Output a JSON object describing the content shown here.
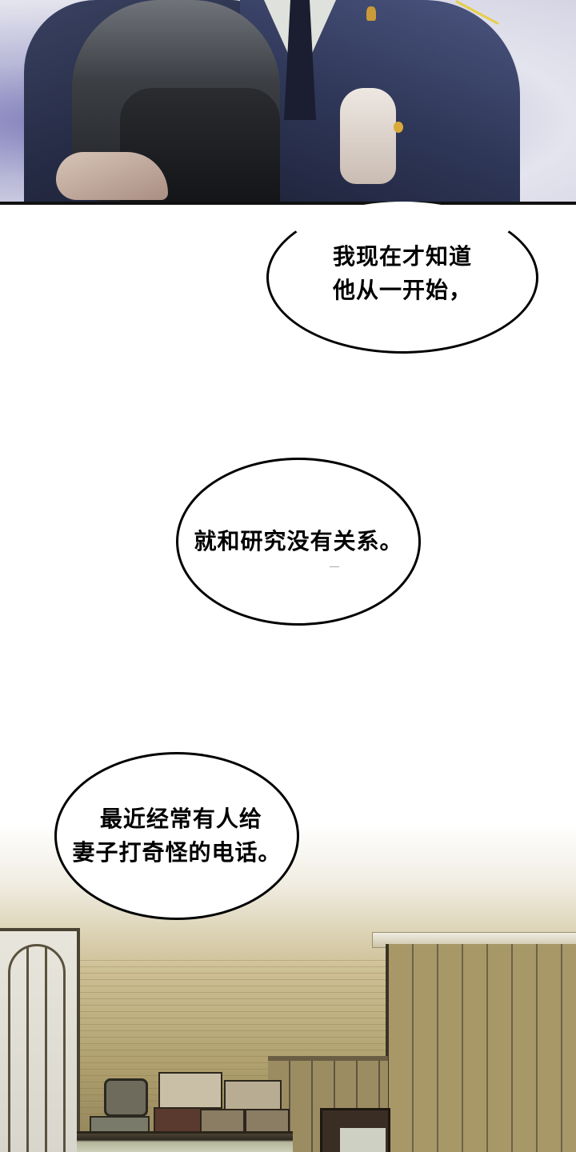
{
  "page": {
    "type": "webtoon-strip",
    "background": "#ffffff"
  },
  "panels": [
    {
      "id": "embrace-scene",
      "description": "A woman with long dark hair in a ponytail embraces a man in a navy uniform with gold buttons and insignia",
      "colors": {
        "uniform": "#2f3758",
        "background": "#b8b8d8",
        "button": "#d9a93a"
      }
    },
    {
      "id": "room-scene",
      "description": "Interior of a wood-paneled room with a window, shelf with stacked boxes and a device",
      "colors": {
        "wall": "#a89868",
        "ceiling": "#cdbf93"
      }
    }
  ],
  "bubbles": [
    {
      "id": "bubble-1",
      "lines": [
        "我现在才知道",
        "他从一开始，"
      ],
      "text": "我现在才知道\n他从一开始，"
    },
    {
      "id": "bubble-2",
      "lines": [
        "就和研究没有关系。"
      ],
      "text": "就和研究没有关系。"
    },
    {
      "id": "bubble-3",
      "lines": [
        "最近经常有人给",
        "妻子打奇怪的电话。"
      ],
      "text": " 最近经常有人给\n妻子打奇怪的电话。"
    }
  ]
}
